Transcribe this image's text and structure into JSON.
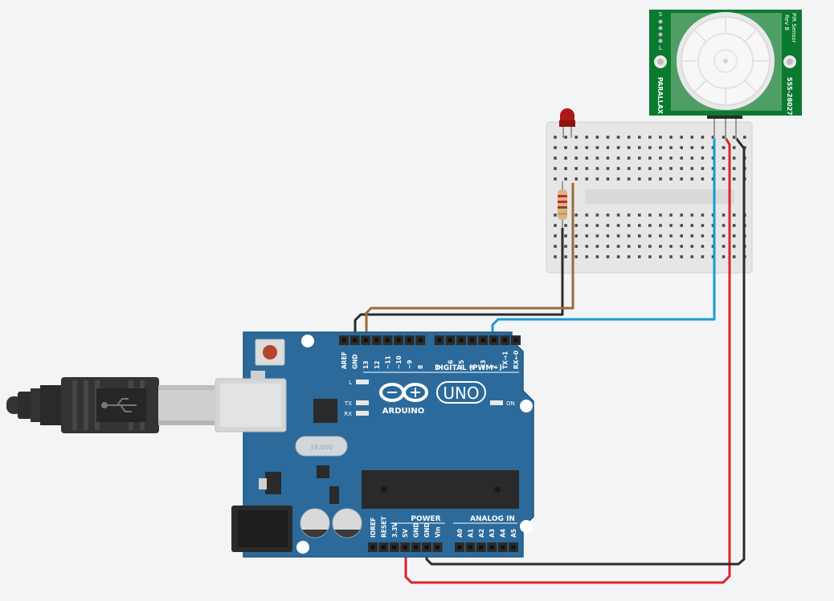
{
  "canvas": {
    "background": "#f3f4f6"
  },
  "colors": {
    "board": "#2b6a9b",
    "board_edge": "#1f5680",
    "wire_blue": "#1b9ad6",
    "wire_red": "#d9262a",
    "wire_black": "#2b2b2b",
    "wire_brown": "#9b6a3a",
    "pir_pcb": "#0a7a2f",
    "led_red": "#b01818"
  },
  "arduino": {
    "brand": "ARDUINO",
    "model": "UNO",
    "digital_header_label": "DIGITAL (PWM~)",
    "power_header_label": "POWER",
    "analog_header_label": "ANALOG IN",
    "digital_pins": [
      "AREF",
      "GND",
      "13",
      "12",
      "~11",
      "~10",
      "~9",
      "8",
      "7",
      "~6",
      "~5",
      "4",
      "~3",
      "2",
      "TX→1",
      "RX←0"
    ],
    "power_pins": [
      "IOREF",
      "RESET",
      "3.3V",
      "5V",
      "GND",
      "GND",
      "Vin"
    ],
    "analog_pins": [
      "A0",
      "A1",
      "A2",
      "A3",
      "A4",
      "A5"
    ],
    "led_labels": {
      "l": "L",
      "tx": "TX",
      "rx": "RX",
      "on": "ON"
    },
    "crystal_label": "16.000"
  },
  "pir_sensor": {
    "title": "PIR Sensor",
    "revision": "Rev B",
    "maker": "PARALLAX",
    "part_number": "555-28027",
    "jumper_labels": [
      "S",
      "L"
    ]
  },
  "icons": [
    "usb-plug-icon",
    "usb-symbol-icon",
    "infinity-logo-icon",
    "reset-button-icon",
    "capacitor-icon",
    "dc-jack-icon"
  ]
}
